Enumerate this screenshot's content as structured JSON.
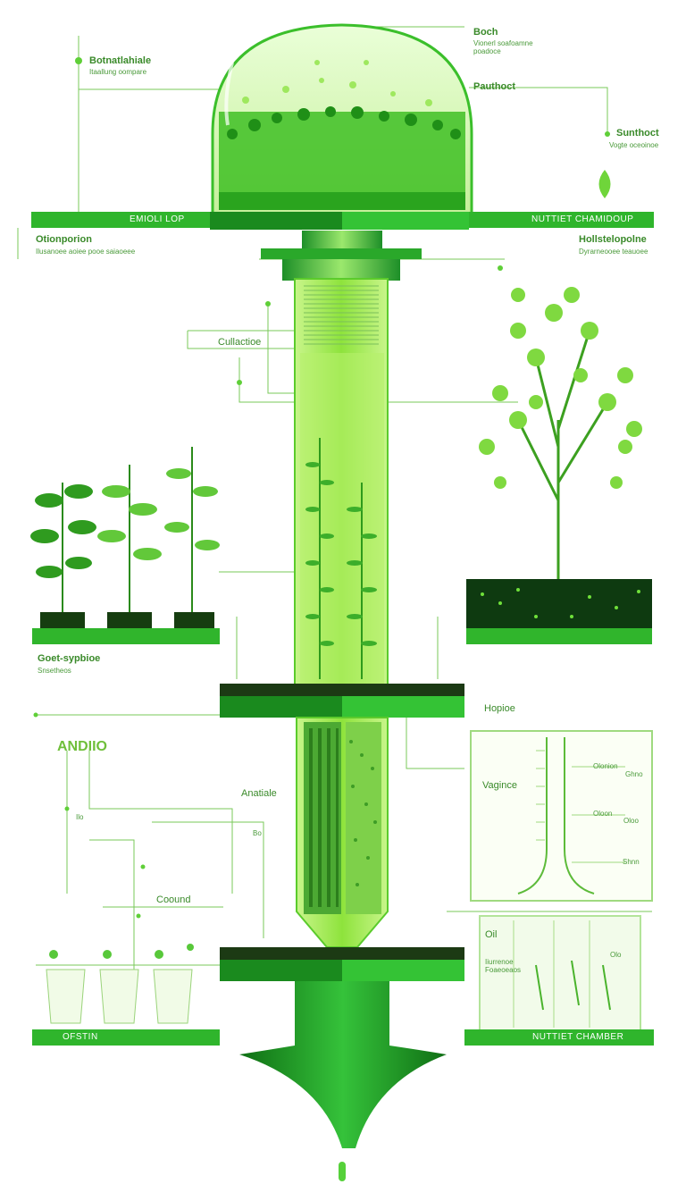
{
  "header": {
    "top_left_title": "Botnatlahiale",
    "top_left_sub": "Itaallung oompare",
    "top_right_title": "Boch",
    "top_right_sub": "Vionerl soafoamne poadoce",
    "right_mid_title": "Pauthoct",
    "right_side_title": "Sunthoct",
    "right_side_sub": "Vogte oceoinoe"
  },
  "bars": {
    "top_left": "EMIOLI LOP",
    "top_right": "NUTTIET CHAMIDOUP",
    "bottom_left": "OFSTIN",
    "bottom_right": "NUTTIET CHAMBER"
  },
  "labels": {
    "left_upper_title": "Otionporion",
    "left_upper_sub": "Ilusanoee aoiee pooe saiaoeee",
    "right_upper_title": "Hollstelopolne",
    "right_upper_sub": "Dyrarneooee teauoee",
    "callout_mid": "Cullactioe",
    "left_mid_title": "Goet-sypbioe",
    "left_mid_sub": "Snsetheos",
    "hopioe": "Hopioe",
    "anatiale": "Anatiale",
    "coound": "Coound",
    "sign": "ANDIIO",
    "vagince": "Vagince",
    "gauge_1": "Olonion",
    "gauge_2": "Ghno",
    "gauge_3": "Oloon",
    "gauge_4": "Oloo",
    "gauge_5": "Shnn",
    "tank_left": "Oil",
    "tank_sub": "Iiurrenoe Foaeoeaos",
    "tank_right": "Olo",
    "small_1": "Ilo",
    "small_2": "Bo"
  },
  "colors": {
    "primary": "#2db82d",
    "dark": "#137a13",
    "light": "#b8f07a",
    "accent": "#6fe03a"
  }
}
